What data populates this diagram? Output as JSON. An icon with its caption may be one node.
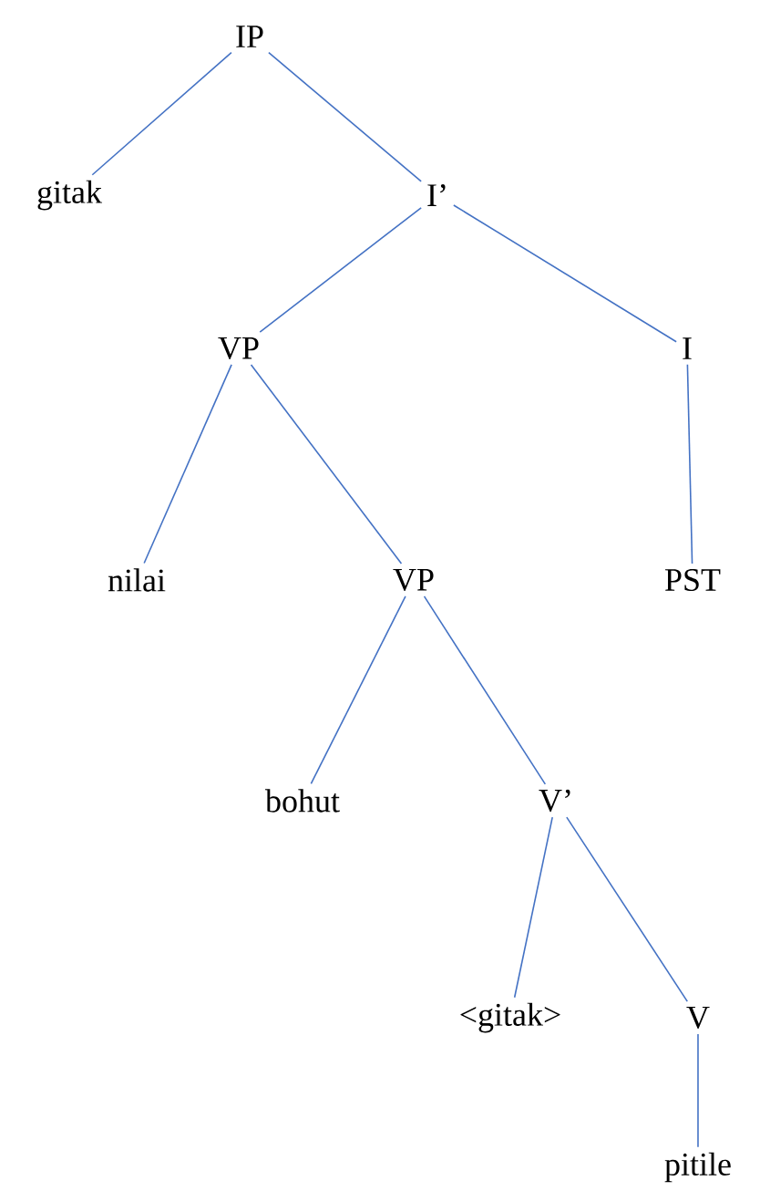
{
  "diagram": {
    "nodes": [
      {
        "text": [
          "IP"
        ]
      },
      {
        "text": [
          "gitak"
        ]
      },
      {
        "text": [
          "I’"
        ]
      },
      {
        "text": [
          "VP"
        ]
      },
      {
        "text": [
          "I"
        ]
      },
      {
        "text": [
          "nilai"
        ]
      },
      {
        "text": [
          "VP"
        ]
      },
      {
        "text": [
          "PST"
        ]
      },
      {
        "text": [
          "bohut"
        ]
      },
      {
        "text": [
          "V’"
        ]
      },
      {
        "text": [
          "<gitak>"
        ]
      },
      {
        "text": [
          "V"
        ]
      },
      {
        "text": [
          "pitile"
        ]
      }
    ],
    "edges": [
      {
        "from": 0,
        "to": 1,
        "arrow": "none"
      },
      {
        "from": 0,
        "to": 2,
        "arrow": "none"
      },
      {
        "from": 2,
        "to": 3,
        "arrow": "none"
      },
      {
        "from": 2,
        "to": 4,
        "arrow": "none"
      },
      {
        "from": 3,
        "to": 5,
        "arrow": "none"
      },
      {
        "from": 3,
        "to": 6,
        "arrow": "none"
      },
      {
        "from": 4,
        "to": 7,
        "arrow": "none"
      },
      {
        "from": 6,
        "to": 8,
        "arrow": "none"
      },
      {
        "from": 6,
        "to": 9,
        "arrow": "none"
      },
      {
        "from": 9,
        "to": 10,
        "arrow": "none"
      },
      {
        "from": 9,
        "to": 11,
        "arrow": "none"
      },
      {
        "from": 11,
        "to": 12,
        "arrow": "none"
      }
    ]
  }
}
